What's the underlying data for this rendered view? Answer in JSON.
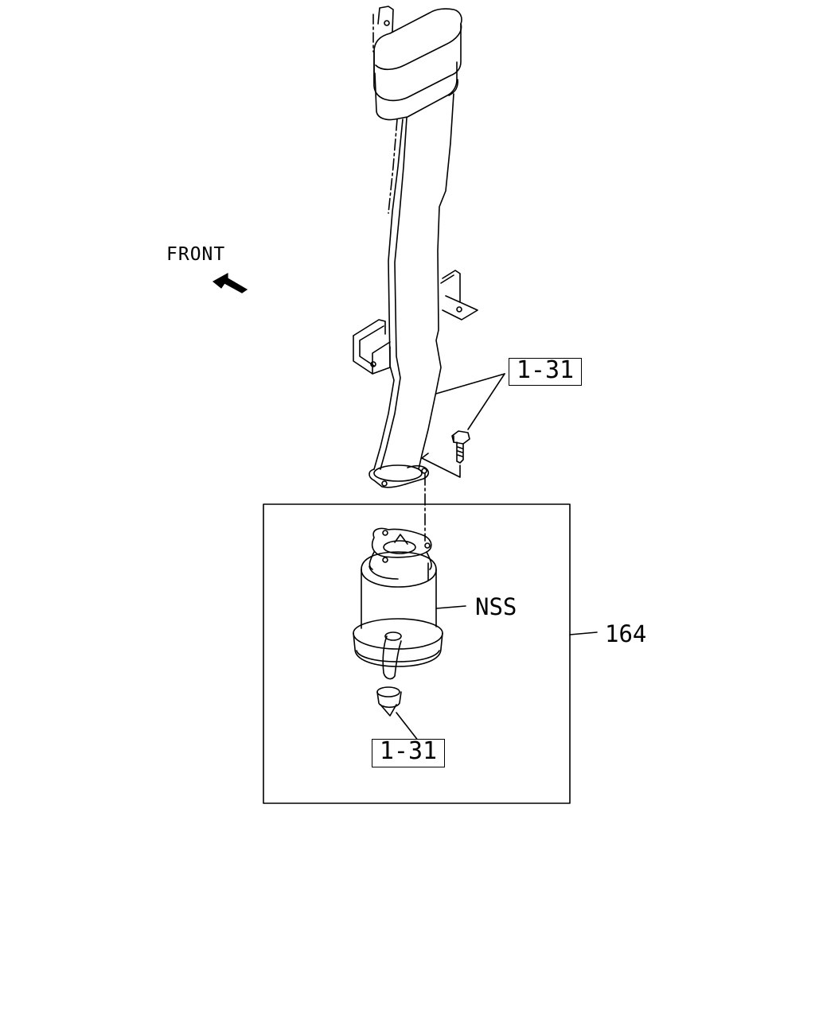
{
  "labels": {
    "front": "FRONT",
    "callout_top": "1-31",
    "callout_bottom": "1-31",
    "nss": "NSS",
    "assembly": "164"
  },
  "colors": {
    "line": "#000000",
    "background": "#ffffff"
  },
  "icons": {
    "direction_arrow": "front-arrow-icon"
  }
}
